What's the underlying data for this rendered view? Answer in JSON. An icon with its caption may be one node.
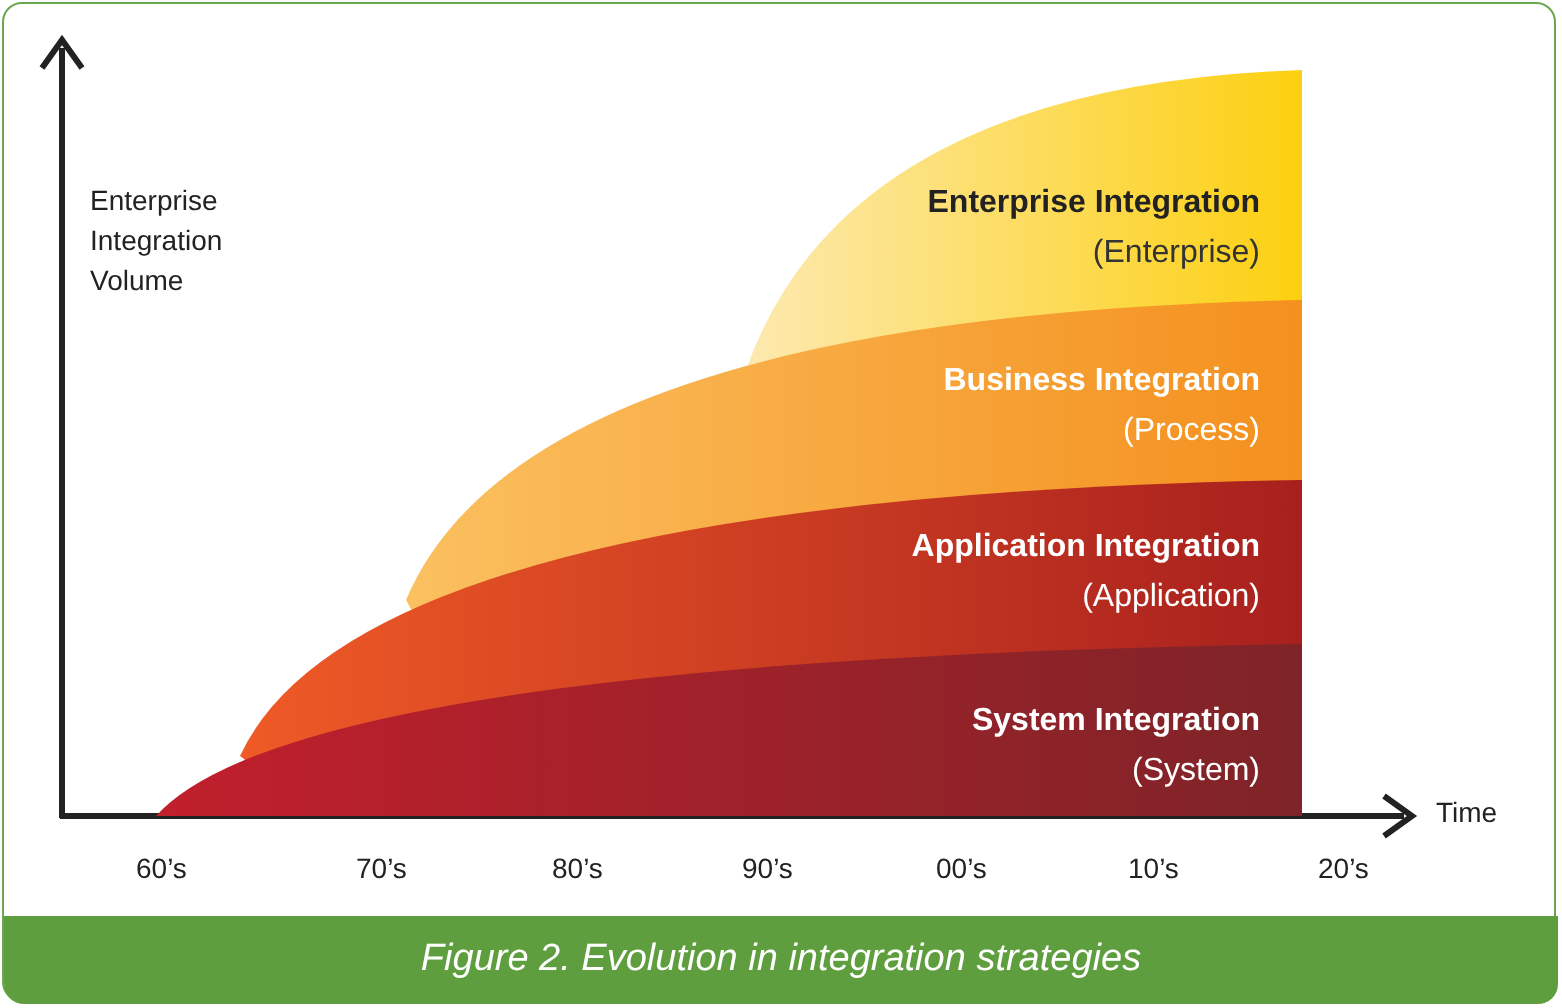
{
  "diagram": {
    "caption": "Figure 2. Evolution in integration strategies",
    "nodes": [
      {
        "text": [
          "Enterprise Integration",
          "(Enterprise)"
        ]
      },
      {
        "text": [
          "Business Integration",
          "(Process)"
        ]
      },
      {
        "text": [
          "Application Integration",
          "(Application)"
        ]
      },
      {
        "text": [
          "System Integration",
          "(System)"
        ]
      }
    ],
    "labels": [
      "Enterprise Integration Volume",
      "Time",
      "60’s",
      "70’s",
      "80’s",
      "90’s",
      "00’s",
      "10’s",
      "20’s"
    ]
  }
}
